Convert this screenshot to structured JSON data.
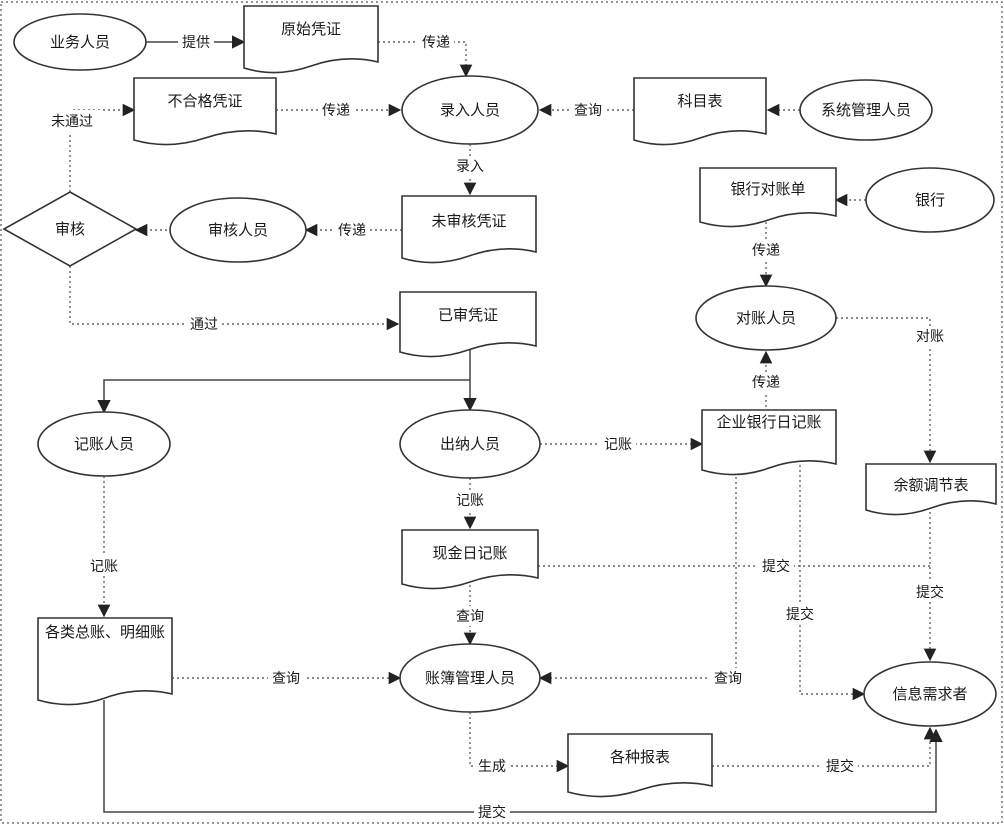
{
  "nodes": {
    "business_staff": "业务人员",
    "original_voucher": "原始凭证",
    "unqualified_voucher": "不合格凭证",
    "entry_staff": "录入人员",
    "account_table": "科目表",
    "system_admin": "系统管理人员",
    "audit": "审核",
    "auditor": "审核人员",
    "unaudited_voucher": "未审核凭证",
    "bank_statement": "银行对账单",
    "bank": "银行",
    "reconciler": "对账人员",
    "audited_voucher": "已审凭证",
    "bookkeeper": "记账人员",
    "cashier": "出纳人员",
    "bank_journal": "企业银行日记账",
    "balance_table": "余额调节表",
    "cash_journal": "现金日记账",
    "ledgers": "各类总账、明细账",
    "ledger_admin": "账簿管理人员",
    "info_user": "信息需求者",
    "reports": "各种报表"
  },
  "edges": {
    "provide": "提供",
    "pass_1": "传递",
    "pass_2": "传递",
    "query_1": "查询",
    "not_passed": "未通过",
    "enter": "录入",
    "pass_3": "传递",
    "pass_4": "传递",
    "passed": "通过",
    "reconcile": "对账",
    "pass_5": "传递",
    "record_1": "记账",
    "record_2": "记账",
    "record_3": "记账",
    "submit_1": "提交",
    "submit_2": "提交",
    "submit_3": "提交",
    "query_2": "查询",
    "query_3": "查询",
    "query_4": "查询",
    "generate": "生成",
    "submit_4": "提交",
    "submit_5": "提交"
  }
}
